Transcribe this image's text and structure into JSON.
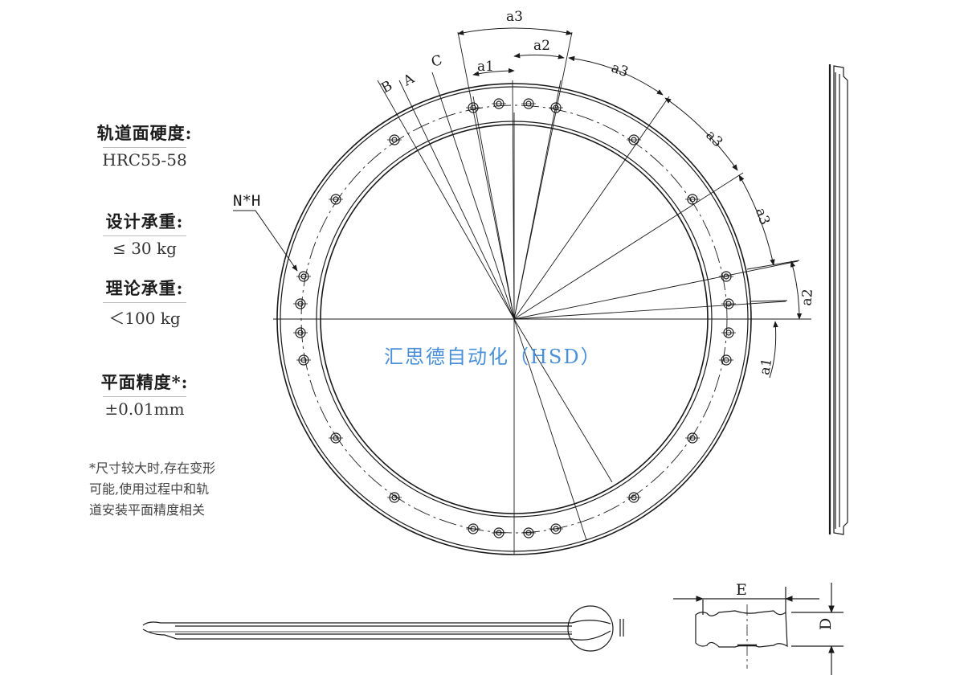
{
  "specs": [
    {
      "title": "轨道面硬度:",
      "value": "HRC55-58"
    },
    {
      "title": "设计承重:",
      "value": "≤ 30 kg"
    },
    {
      "title": "理论承重:",
      "value": "＜100 kg"
    },
    {
      "title": "平面精度*:",
      "value": "±0.01mm"
    }
  ],
  "note": {
    "line1": "*尺寸较大时,存在变形",
    "line2": "可能,使用过程中和轨",
    "line3": "道安装平面精度相关"
  },
  "labels": {
    "a1": "a1",
    "a2": "a2",
    "a3": "a3",
    "A": "A",
    "B": "B",
    "C": "C",
    "nh": "N*H",
    "E": "E",
    "D": "D"
  },
  "watermark": "汇思德自动化（HSD）",
  "colors": {
    "line": "#1a1a1a",
    "watermark": "#4a90d9"
  }
}
